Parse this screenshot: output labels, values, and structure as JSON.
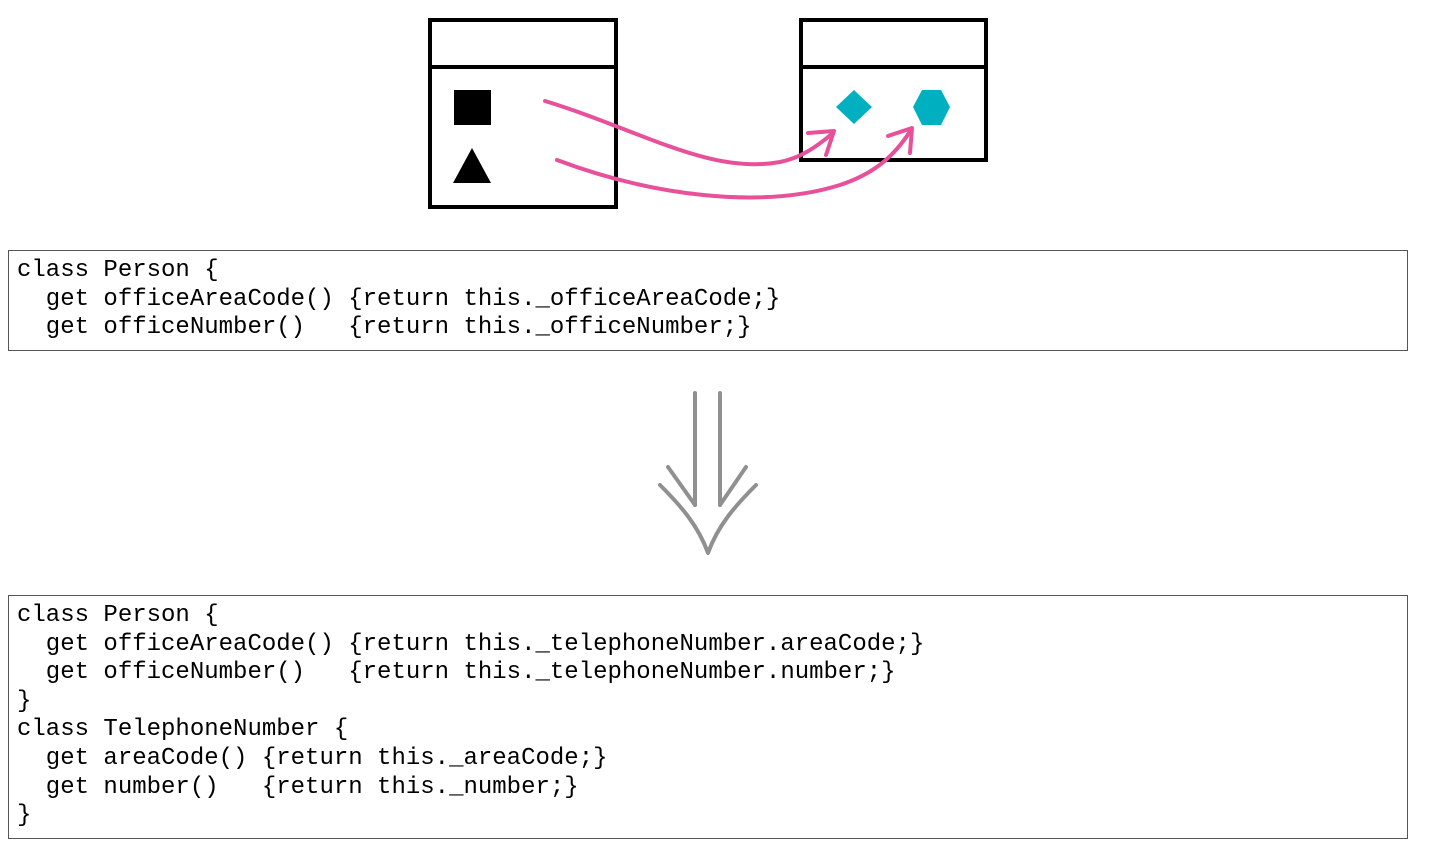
{
  "colors": {
    "box_stroke": "#000000",
    "source_shape_fill": "#000000",
    "target_shape_fill": "#00b0c0",
    "move_arrow": "#e8509a",
    "refactor_arrow": "#909090",
    "code_border": "#555555"
  },
  "diagram": {
    "source_box_shapes": [
      "square",
      "triangle"
    ],
    "target_box_shapes": [
      "diamond",
      "hexagon"
    ]
  },
  "code_before": {
    "lines": [
      "class Person {",
      "  get officeAreaCode() {return this._officeAreaCode;}",
      "  get officeNumber()   {return this._officeNumber;}"
    ]
  },
  "code_after": {
    "lines": [
      "class Person {",
      "  get officeAreaCode() {return this._telephoneNumber.areaCode;}",
      "  get officeNumber()   {return this._telephoneNumber.number;}",
      "}",
      "class TelephoneNumber {",
      "  get areaCode() {return this._areaCode;}",
      "  get number()   {return this._number;}",
      "}"
    ]
  }
}
